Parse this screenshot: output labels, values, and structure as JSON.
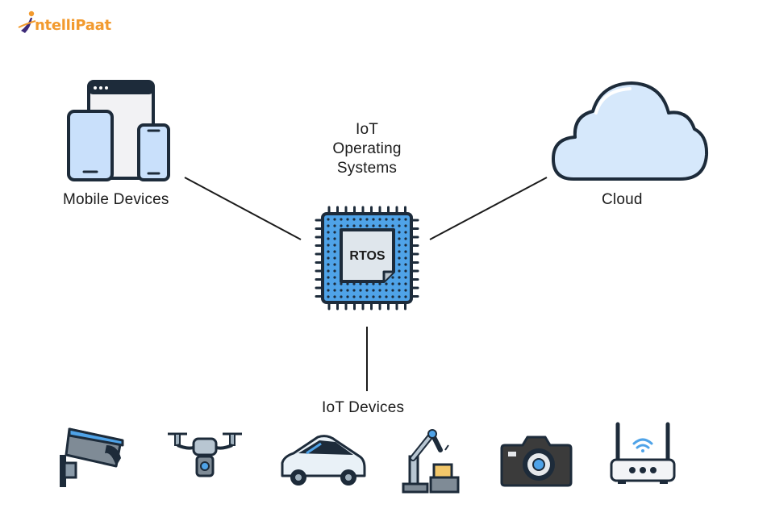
{
  "logo": {
    "text": "ntelliPaat",
    "colors": {
      "brand_orange": "#f29a2e",
      "brand_purple": "#3d2a78"
    }
  },
  "center": {
    "title_lines": [
      "IoT",
      "Operating",
      "Systems"
    ],
    "chip_label": "RTOS"
  },
  "nodes": {
    "mobile": {
      "label": "Mobile Devices"
    },
    "cloud": {
      "label": "Cloud"
    },
    "iot": {
      "label": "IoT Devices"
    }
  },
  "devices": [
    {
      "icon": "security-camera-icon"
    },
    {
      "icon": "drone-icon"
    },
    {
      "icon": "car-icon"
    },
    {
      "icon": "robotic-arm-icon"
    },
    {
      "icon": "camera-icon"
    },
    {
      "icon": "wifi-router-icon"
    }
  ],
  "colors": {
    "chip_blue": "#4fa3e8",
    "chip_dark": "#1d2b3a",
    "device_light_blue": "#c9e0fb",
    "cloud_fill": "#d6e8fb",
    "line": "#1b1b1b"
  }
}
